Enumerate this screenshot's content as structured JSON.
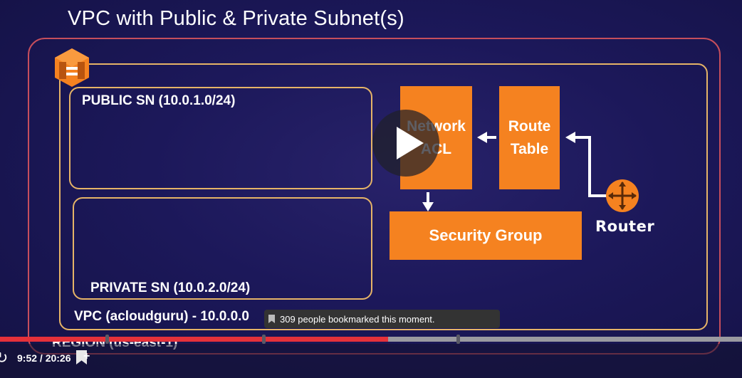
{
  "slide": {
    "title": "VPC with Public & Private Subnet(s)",
    "public_subnet": "PUBLIC SN (10.0.1.0/24)",
    "private_subnet": "PRIVATE SN (10.0.2.0/24)",
    "vpc": "VPC (acloudguru) - 10.0.0.0",
    "region": "REGION (us-east-1)",
    "network_acl": "Network ACL",
    "route_table": "Route Table",
    "security_group": "Security Group",
    "router": "Router"
  },
  "colors": {
    "accent_orange": "#f58220",
    "region_border": "#c64e5c",
    "vpc_border": "#e6b467",
    "progress": "#e5313a"
  },
  "player": {
    "tooltip": "309 people bookmarked this moment.",
    "time": "9:52 / 20:26",
    "progress": 0.523
  },
  "icons": {
    "vpc": "vpc-logo-icon",
    "router": "router-icon",
    "play": "play-icon",
    "replay": "replay-icon",
    "bookmark": "bookmark-icon"
  }
}
